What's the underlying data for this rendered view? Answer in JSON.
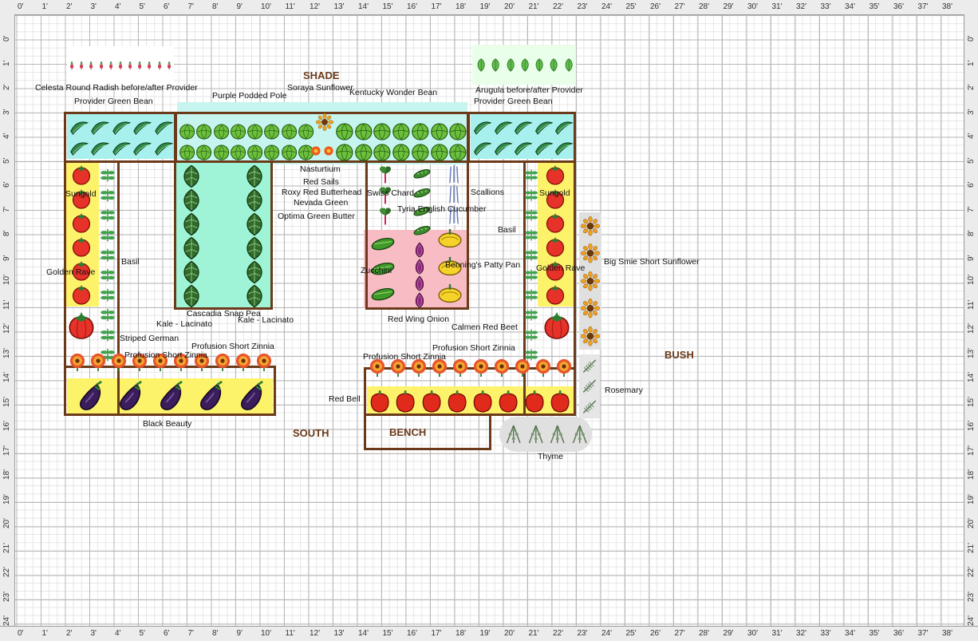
{
  "rulers": {
    "top": [
      "0'",
      "1'",
      "2'",
      "3'",
      "4'",
      "5'",
      "6'",
      "7'",
      "8'",
      "9'",
      "10'",
      "11'",
      "12'",
      "13'",
      "14'",
      "15'",
      "16'",
      "17'",
      "18'",
      "19'",
      "20'",
      "21'",
      "22'",
      "23'",
      "24'",
      "25'",
      "26'",
      "27'",
      "28'",
      "29'",
      "30'",
      "31'",
      "32'",
      "33'",
      "34'",
      "35'",
      "36'",
      "37'",
      "38'"
    ],
    "side": [
      "0'",
      "1'",
      "2'",
      "3'",
      "4'",
      "5'",
      "6'",
      "7'",
      "8'",
      "9'",
      "10'",
      "11'",
      "12'",
      "13'",
      "14'",
      "15'",
      "16'",
      "17'",
      "18'",
      "19'",
      "20'",
      "21'",
      "22'",
      "23'",
      "24'"
    ]
  },
  "areas": {
    "shade": "SHADE",
    "south": "SOUTH",
    "bench": "BENCH",
    "bush": "BUSH"
  },
  "plants": {
    "radish": "Celesta Round Radish before/after Provider",
    "bean_left": "Provider Green Bean",
    "purple_pole": "Purple Podded Pole",
    "soraya": "Soraya Sunflower",
    "kentucky": "Kentucky Wonder Bean",
    "arugula": "Arugula before/after Provider",
    "bean_right": "Provider Green Bean",
    "nasturtium": "Nasturtium",
    "red_sails": "Red Sails",
    "roxy": "Roxy Red Butterhead",
    "nevada": "Nevada Green",
    "optima": "Optima Green Butter",
    "swiss_chard": "Swiss Chard",
    "scallions": "Scallions",
    "cucumber": "Tyria English Cucumber",
    "sungold_left": "Sungold",
    "sungold_right": "Sungold",
    "basil_left": "Basil",
    "basil_right": "Basil",
    "golden_rave_left": "Golden Rave",
    "golden_rave_right": "Golden Rave",
    "zucchini": "Zucchini",
    "benning": "Benning's Patty Pan",
    "sunflower_short": "Big Smie Short Sunflower",
    "cascadia": "Cascadia Snap Pea",
    "kale1": "Kale - Lacinato",
    "kale2": "Kale - Lacinato",
    "red_wing": "Red Wing Onion",
    "calmen": "Calmen Red Beet",
    "striped": "Striped German",
    "zinnia1": "Profusion Short Zinnia",
    "zinnia2": "Profusion Short Zinnia",
    "zinnia3": "Profusion Short Zinnia",
    "zinnia4": "Profusion Short Zinnia",
    "rosemary": "Rosemary",
    "red_bell": "Red Bell",
    "black_beauty": "Black Beauty",
    "thyme": "Thyme"
  },
  "colors": {
    "bed_border": "#6b3a1a",
    "yellow": "#fdf36a",
    "cyan": "#a8f0ee",
    "green_glow": "#8ff5c8",
    "pink": "#f7bcc4",
    "area_text": "#6b3a1a"
  }
}
